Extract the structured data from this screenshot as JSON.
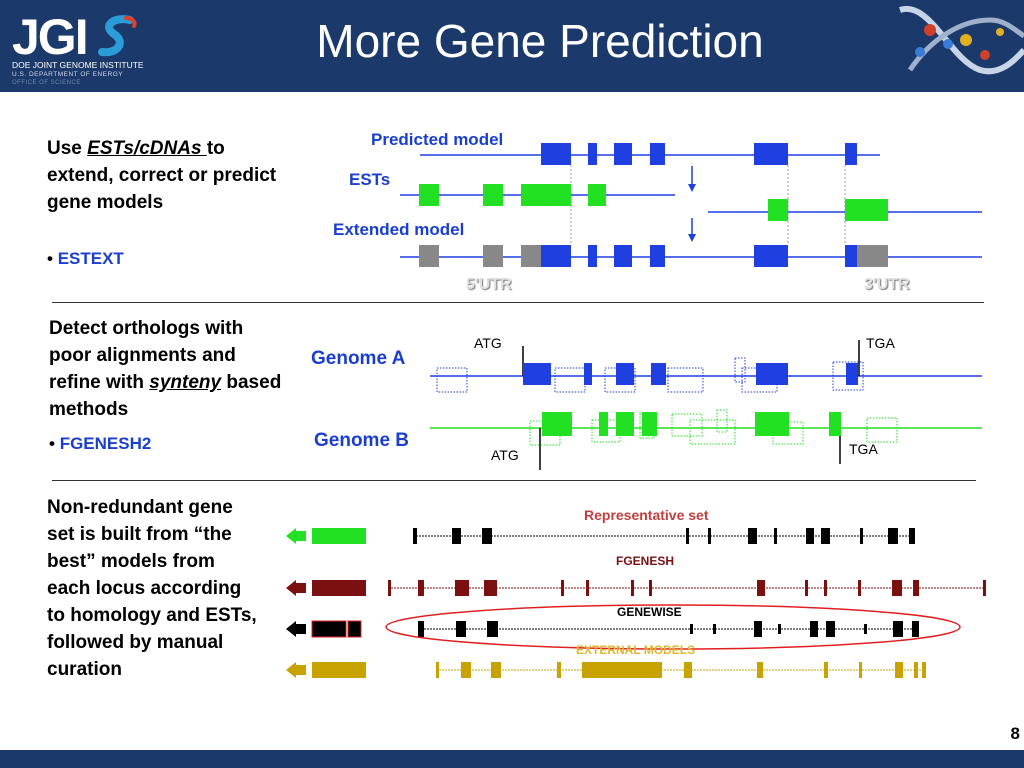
{
  "header": {
    "logo_text": "JGI",
    "logo_line1": "DOE JOINT GENOME INSTITUTE",
    "logo_line2": "U.S. DEPARTMENT OF ENERGY",
    "logo_line3": "OFFICE OF SCIENCE",
    "title": "More Gene Prediction"
  },
  "section1": {
    "text_pre": "Use ",
    "text_em": "ESTs/cDNAs ",
    "text_post": "to extend, correct or predict gene models",
    "bullet": "ESTEXT",
    "label_predicted": "Predicted model",
    "label_ests": "ESTs",
    "label_extended": "Extended model",
    "label_5utr": "5'UTR",
    "label_3utr": "3'UTR"
  },
  "section2": {
    "text_pre": "Detect orthologs with poor alignments and refine with ",
    "text_em": "synteny",
    "text_post": " based methods",
    "bullet": "FGENESH2",
    "genome_a": "Genome A",
    "genome_b": "Genome B",
    "atg_a": "ATG",
    "tga_a": "TGA",
    "atg_b": "ATG",
    "tga_b": "TGA"
  },
  "section3": {
    "text": "Non-redundant gene set is built from “the best” models from each locus according to homology and ESTs, followed by manual curation",
    "label_representative": "Representative set",
    "label_fgenesh": "FGENESH",
    "label_genewise": "GENEWISE",
    "label_external": "EXTERNAL MODELS"
  },
  "page_number": "8",
  "colors": {
    "header_bg": "#1b3a6b",
    "gene_blue": "#1f3fe0",
    "est_green": "#22e022",
    "utr_gray": "#888888",
    "fgenesh_red": "#7a1010",
    "external_gold": "#c8a200",
    "highlight_red": "#e02020"
  }
}
